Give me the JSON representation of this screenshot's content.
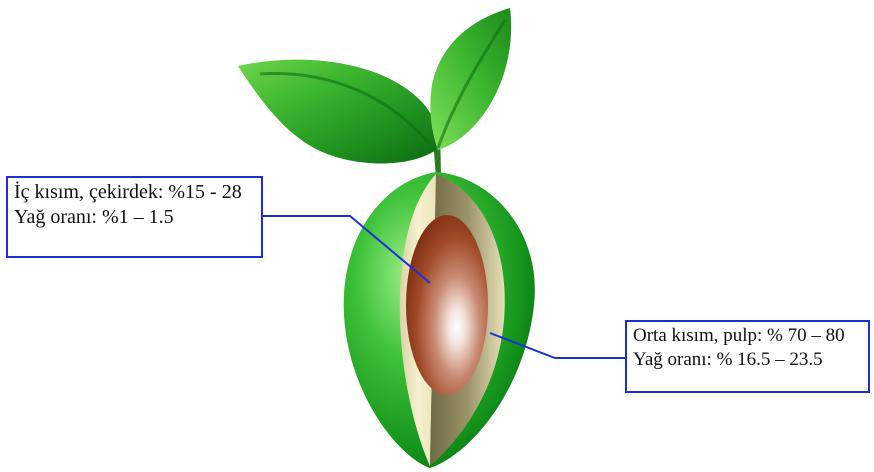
{
  "callouts": {
    "seed": {
      "line1": "İç kısım, çekirdek: %15 - 28",
      "line2": "Yağ oranı: %1 – 1.5"
    },
    "pulp": {
      "line1": "Orta kısım, pulp: % 70 – 80",
      "line2": "Yağ oranı: % 16.5 – 23.5"
    }
  },
  "colors": {
    "callout_border": "#1c2fd6",
    "leaf_green": "#2fae2a",
    "skin_green": "#1c9c1a",
    "pulp_cream": "#f3edc6",
    "pulp_olive": "#8b8259",
    "seed_brown": "#8a2f12"
  }
}
